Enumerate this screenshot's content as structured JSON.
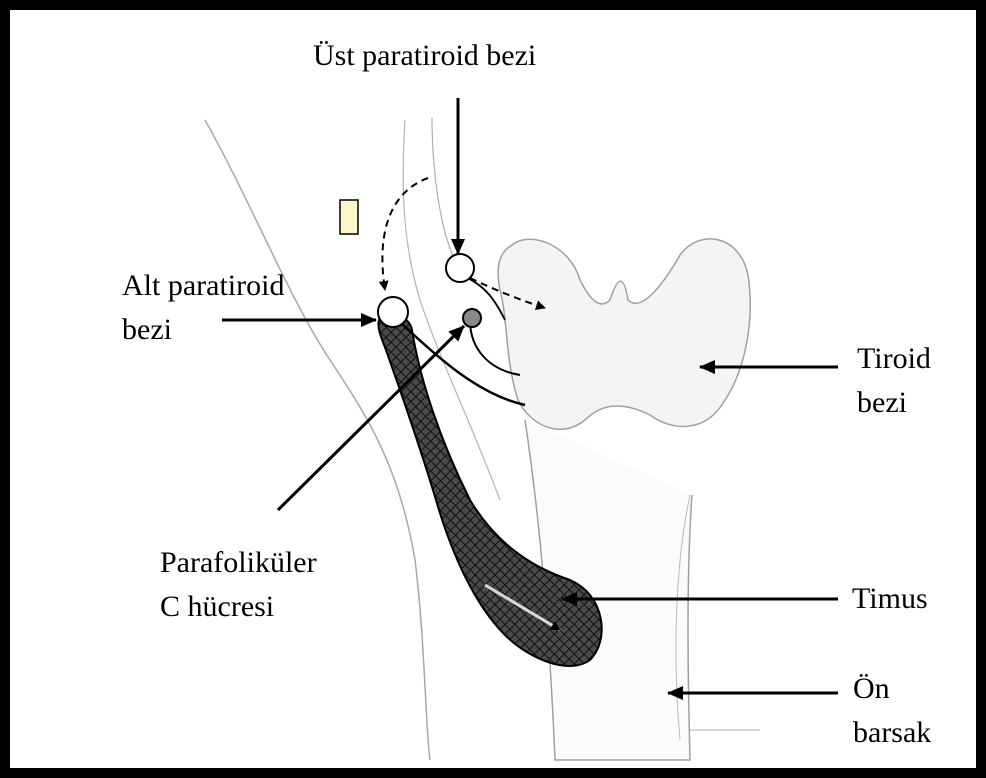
{
  "labels": {
    "ust_paratiroid": "Üst paratiroid bezi",
    "alt_paratiroid_line1": "Alt paratiroid",
    "alt_paratiroid_line2": "bezi",
    "tiroid_line1": "Tiroid",
    "tiroid_line2": "bezi",
    "parafolikuler_line1": "Parafoliküler",
    "parafolikuler_line2": "C hücresi",
    "timus": "Timus",
    "on_barsak_line1": "Ön",
    "on_barsak_line2": "barsak"
  },
  "colors": {
    "outline": "#000000",
    "tissue_stroke": "#9a9a9a",
    "tiroid_fill": "#f4f4f4",
    "timus_fill": "#3a3a3a",
    "marker_fill": "#fbf7c8"
  }
}
